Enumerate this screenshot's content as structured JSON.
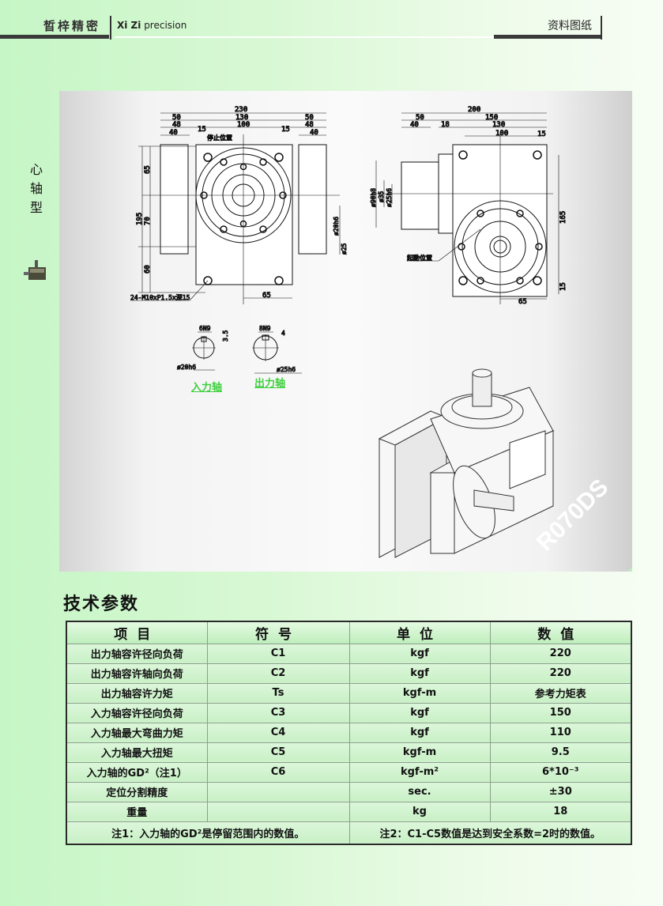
{
  "header": {
    "brand_cn": "晳梓精密",
    "brand_en_a": "Xi Zi",
    "brand_en_b": "precision",
    "doc_label": "资料图纸"
  },
  "side": {
    "category": "心轴型"
  },
  "drawing": {
    "model": "R070DS",
    "front_dims": [
      "230",
      "50",
      "130",
      "50",
      "48",
      "15",
      "100",
      "15",
      "48",
      "40",
      "40",
      "195",
      "65",
      "70",
      "60",
      "65",
      "ø20h6",
      "ø25"
    ],
    "front_notes": {
      "stop": "停止位置",
      "thread": "24-M10xP1.5x深15"
    },
    "side_dims": [
      "200",
      "50",
      "150",
      "40",
      "18",
      "130",
      "100",
      "15",
      "ø90h8",
      "ø35",
      "ø25h6",
      "165",
      "15",
      "65"
    ],
    "side_notes": {
      "start": "起動位置"
    },
    "input_key": {
      "width": "6N9",
      "depth": "3.5",
      "dia": "ø20h6",
      "label": "入力轴"
    },
    "output_key": {
      "width": "8N9",
      "depth": "4",
      "dia": "ø25h6",
      "label": "出力轴"
    }
  },
  "specs": {
    "title": "技术参数",
    "headers": [
      "项目",
      "符号",
      "单位",
      "数值"
    ],
    "rows": [
      [
        "出力轴容许径向负荷",
        "C1",
        "kgf",
        "220"
      ],
      [
        "出力轴容许轴向负荷",
        "C2",
        "kgf",
        "220"
      ],
      [
        "出力轴容许力矩",
        "Ts",
        "kgf-m",
        "参考力矩表"
      ],
      [
        "入力轴容许径向负荷",
        "C3",
        "kgf",
        "150"
      ],
      [
        "入力轴最大弯曲力矩",
        "C4",
        "kgf",
        "110"
      ],
      [
        "入力轴最大扭矩",
        "C5",
        "kgf-m",
        "9.5"
      ],
      [
        "入力轴的GD²（注1）",
        "C6",
        "kgf-m²",
        "6*10⁻³"
      ],
      [
        "定位分割精度",
        "",
        "sec.",
        "±30"
      ],
      [
        "重量",
        "",
        "kg",
        "18"
      ]
    ],
    "note1": "注1：入力轴的GD²是停留范围内的数值。",
    "note2": "注2：C1-C5数值是达到安全系数=2时的数值。"
  }
}
